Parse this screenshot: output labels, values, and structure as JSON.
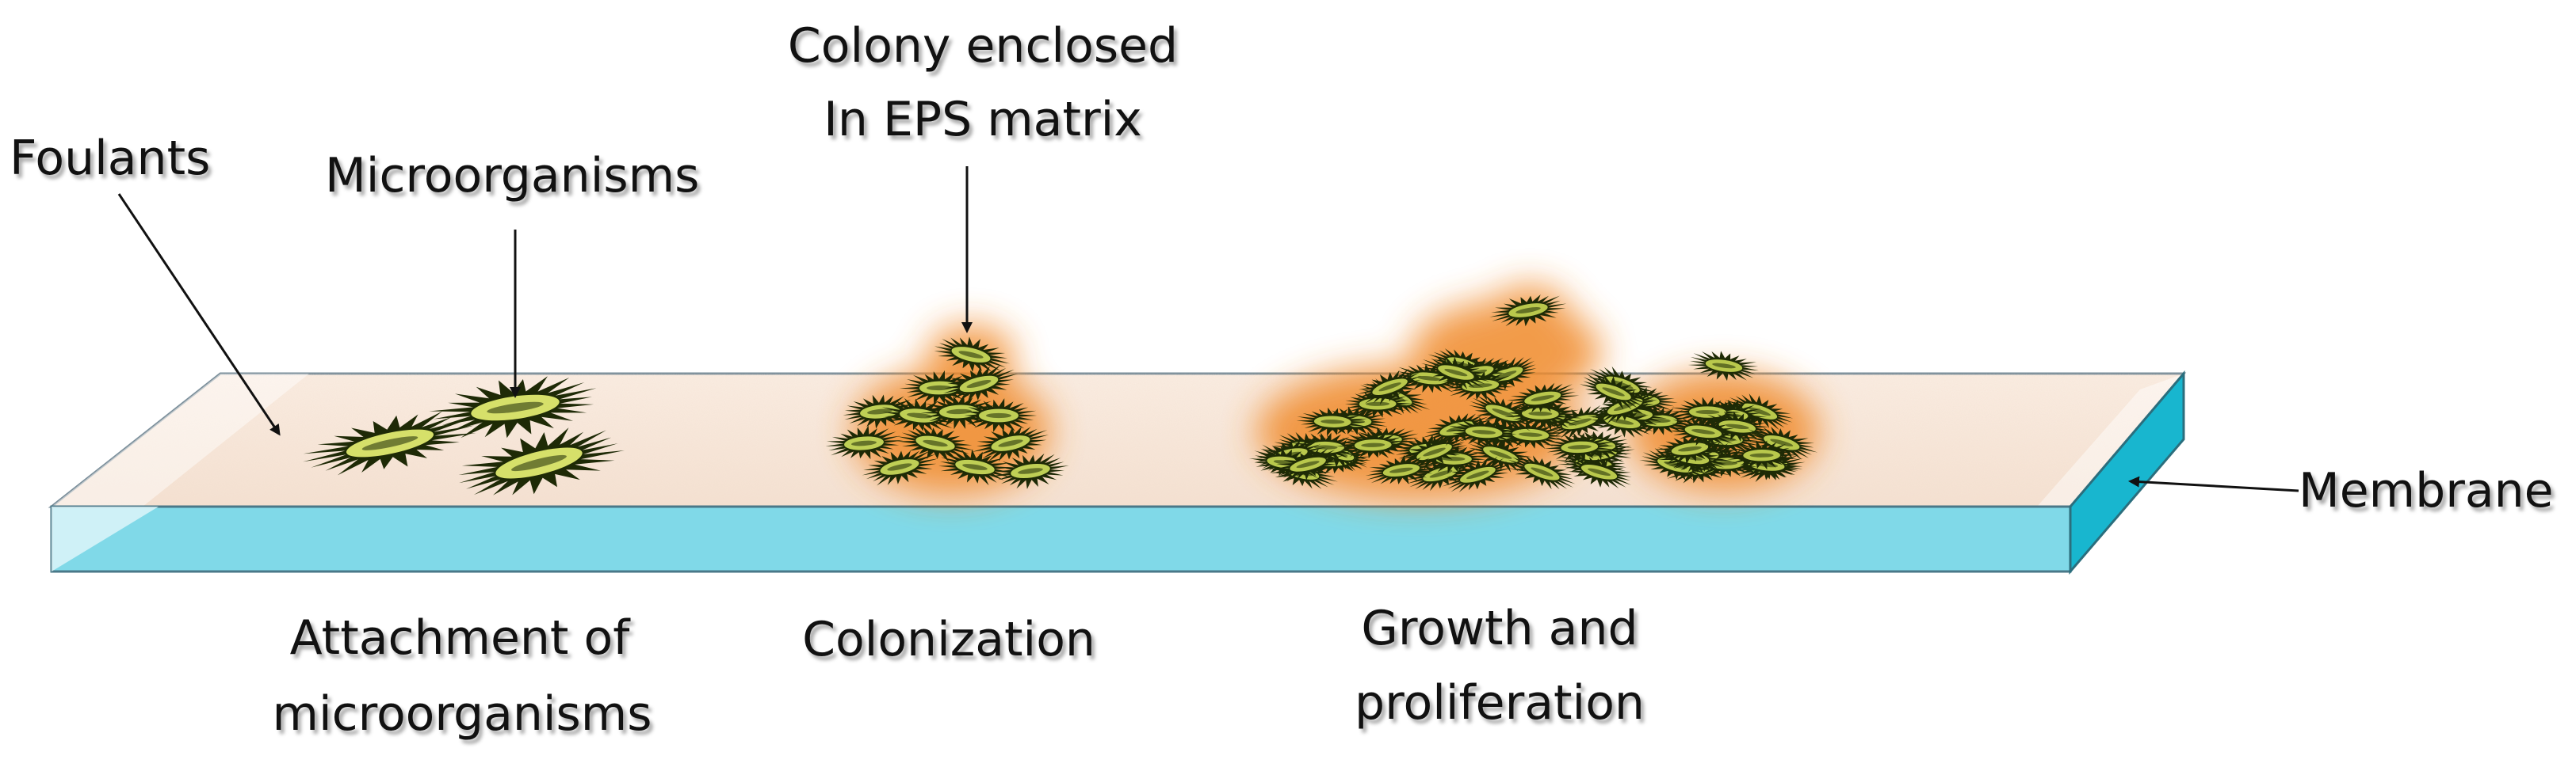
{
  "labels": {
    "foulants": "Foulants",
    "microorganisms": "Microorganisms",
    "colony_line1": "Colony enclosed",
    "colony_line2": "In EPS matrix",
    "membrane": "Membrane",
    "attachment_line1": "Attachment of",
    "attachment_line2": "microorganisms",
    "colonization": "Colonization",
    "growth_line1": "Growth and",
    "growth_line2": "proliferation"
  },
  "colors": {
    "membrane_top": "#f7e6d8",
    "membrane_front": "#7fd9e8",
    "membrane_side": "#17b6cf",
    "microbe_fill": "#d6e06a",
    "microbe_dark": "#1e2a06",
    "eps_glow": "#f08a2a"
  },
  "icons": [
    "microorganism-icon",
    "eps-matrix-glow",
    "arrow-icon"
  ]
}
